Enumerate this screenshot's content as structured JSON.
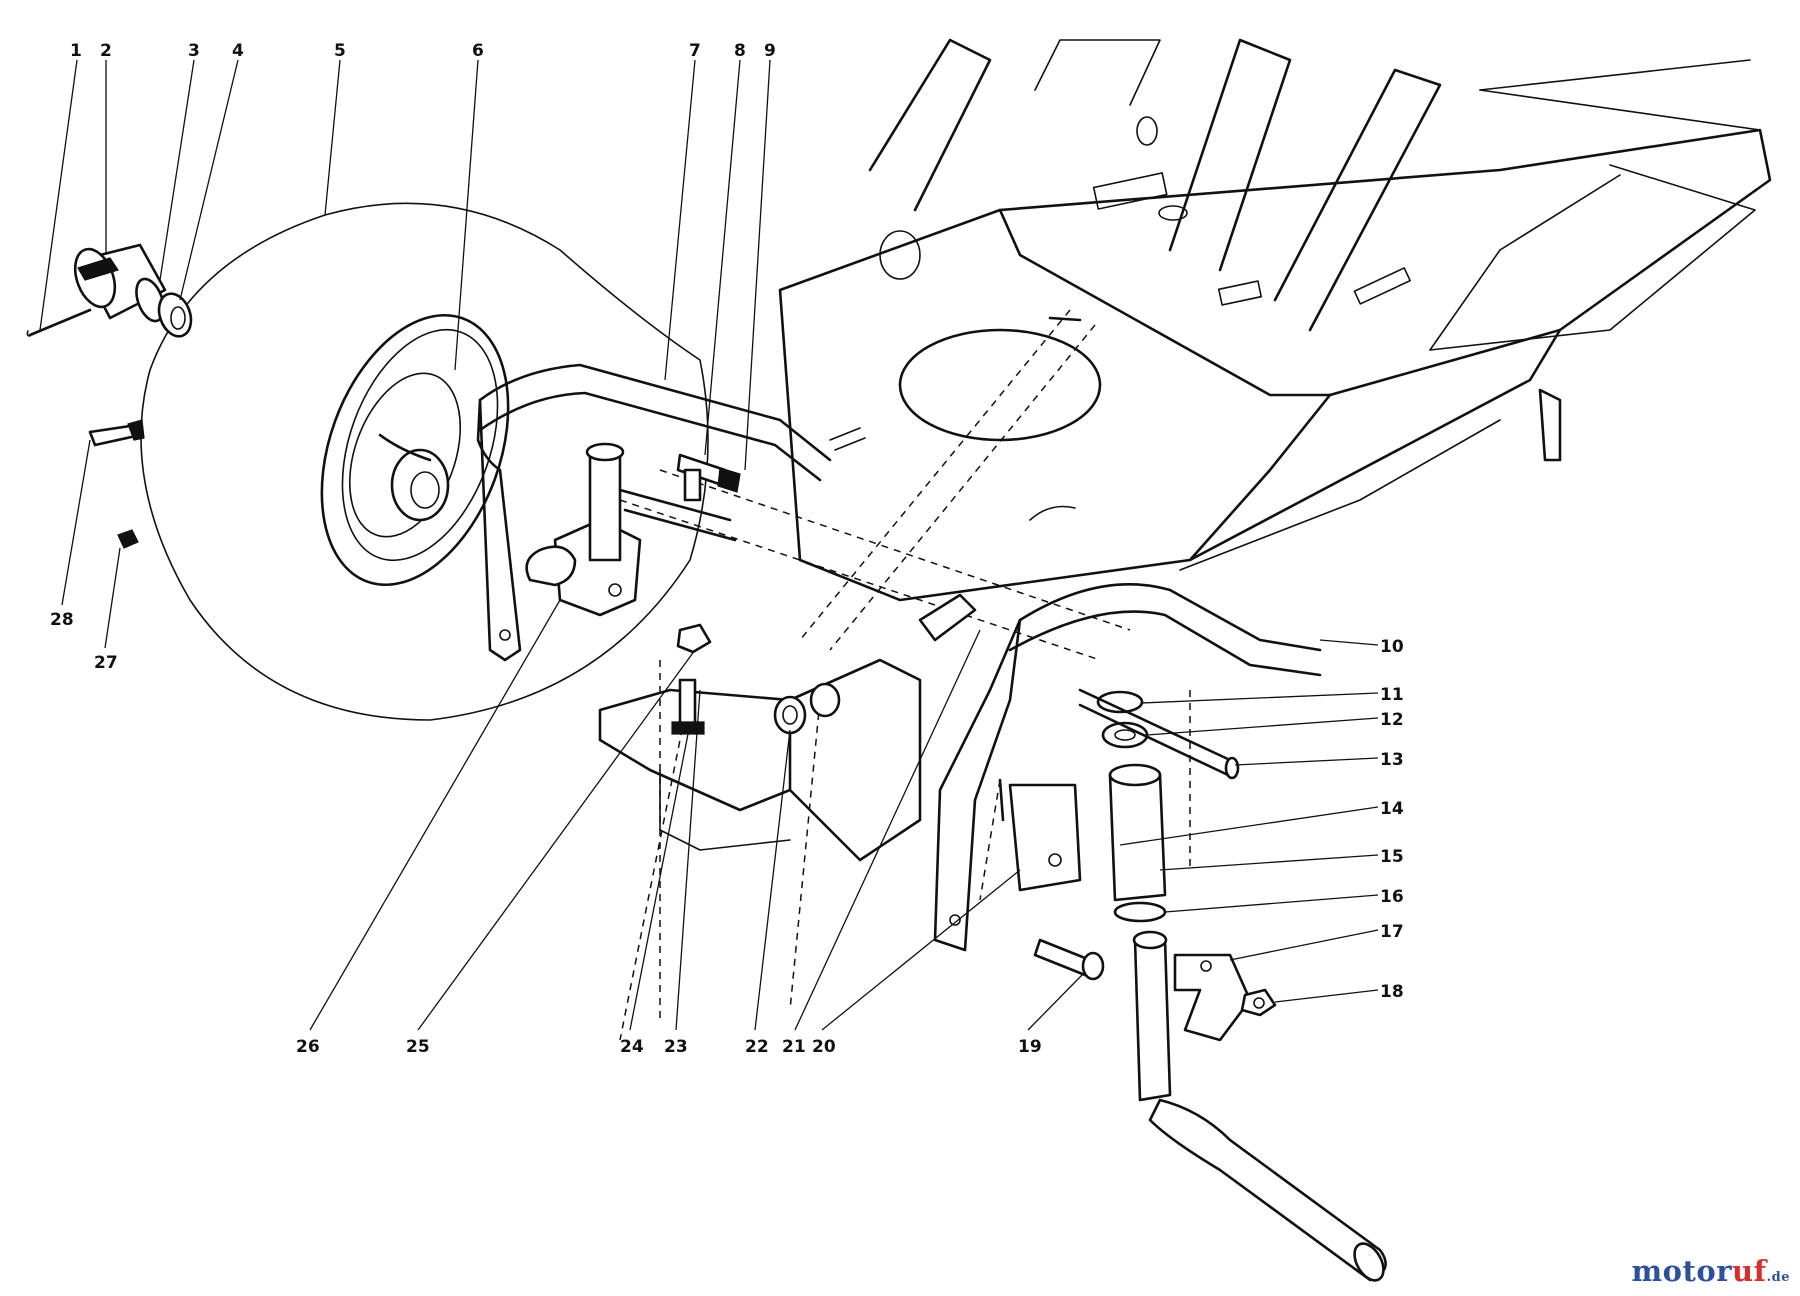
{
  "diagram": {
    "part_numbers": [
      "1",
      "2",
      "3",
      "4",
      "5",
      "6",
      "7",
      "8",
      "9",
      "10",
      "11",
      "12",
      "13",
      "14",
      "15",
      "16",
      "17",
      "18",
      "19",
      "20",
      "21",
      "22",
      "23",
      "24",
      "25",
      "26",
      "27",
      "28"
    ]
  },
  "watermark": {
    "name_prefix": "motor",
    "name_suffix": "uf",
    "tld": ".de",
    "colors": {
      "text": "#2f4f9a",
      "accent": "#d62f2f"
    }
  }
}
